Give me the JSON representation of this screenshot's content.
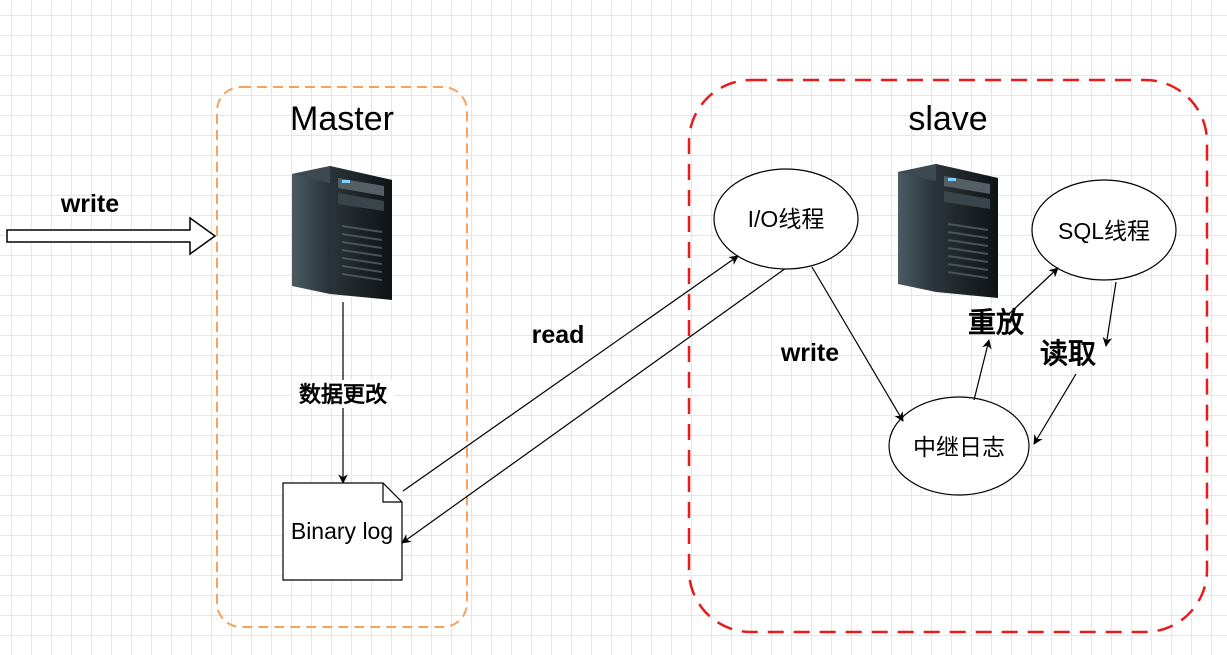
{
  "master": {
    "title": "Master",
    "border_color": "#f5a25d"
  },
  "slave": {
    "title": "slave",
    "border_color": "#e61c1c"
  },
  "labels": {
    "write_in": "write",
    "data_change": "数据更改",
    "read": "read",
    "write_relay": "write",
    "replay": "重放",
    "fetch": "读取"
  },
  "nodes": {
    "binary_log": "Binary log",
    "io_thread": "I/O线程",
    "sql_thread": "SQL线程",
    "relay_log": "中继日志"
  },
  "icons": {
    "master_server": "server-tower-icon",
    "slave_server": "server-tower-icon"
  }
}
